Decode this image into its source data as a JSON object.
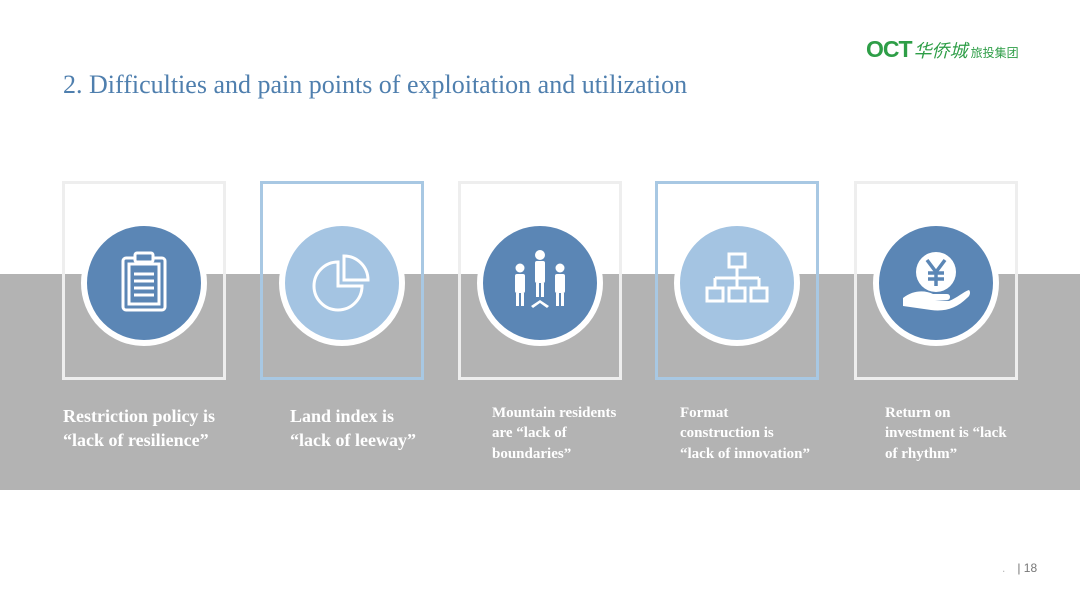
{
  "logo": {
    "brand": "OCT",
    "cn_name": "华侨城",
    "cn_sub": "旅投集团"
  },
  "title": "2. Difficulties and pain points of exploitation and utilization",
  "cards": [
    {
      "icon": "clipboard-icon",
      "label_line1": "Restriction policy is",
      "label_line2": "“lack of resilience”",
      "label_line3": ""
    },
    {
      "icon": "pie-chart-icon",
      "label_line1": "Land index is",
      "label_line2": "“lack of leeway”",
      "label_line3": ""
    },
    {
      "icon": "people-icon",
      "label_line1": "Mountain residents",
      "label_line2": "are “lack of",
      "label_line3": "boundaries”"
    },
    {
      "icon": "hierarchy-icon",
      "label_line1": "Format",
      "label_line2": "construction is",
      "label_line3": "“lack of innovation”"
    },
    {
      "icon": "yen-hand-icon",
      "label_line1": "Return on",
      "label_line2": "investment is “lack",
      "label_line3": "of rhythm”"
    }
  ],
  "footer": {
    "dot": ".",
    "page": "| 18"
  },
  "colors": {
    "title": "#4f7fae",
    "dark_circle": "#5b86b5",
    "light_circle": "#a4c4e2",
    "band": "#b3b3b3",
    "logo_green": "#2e9e47"
  }
}
